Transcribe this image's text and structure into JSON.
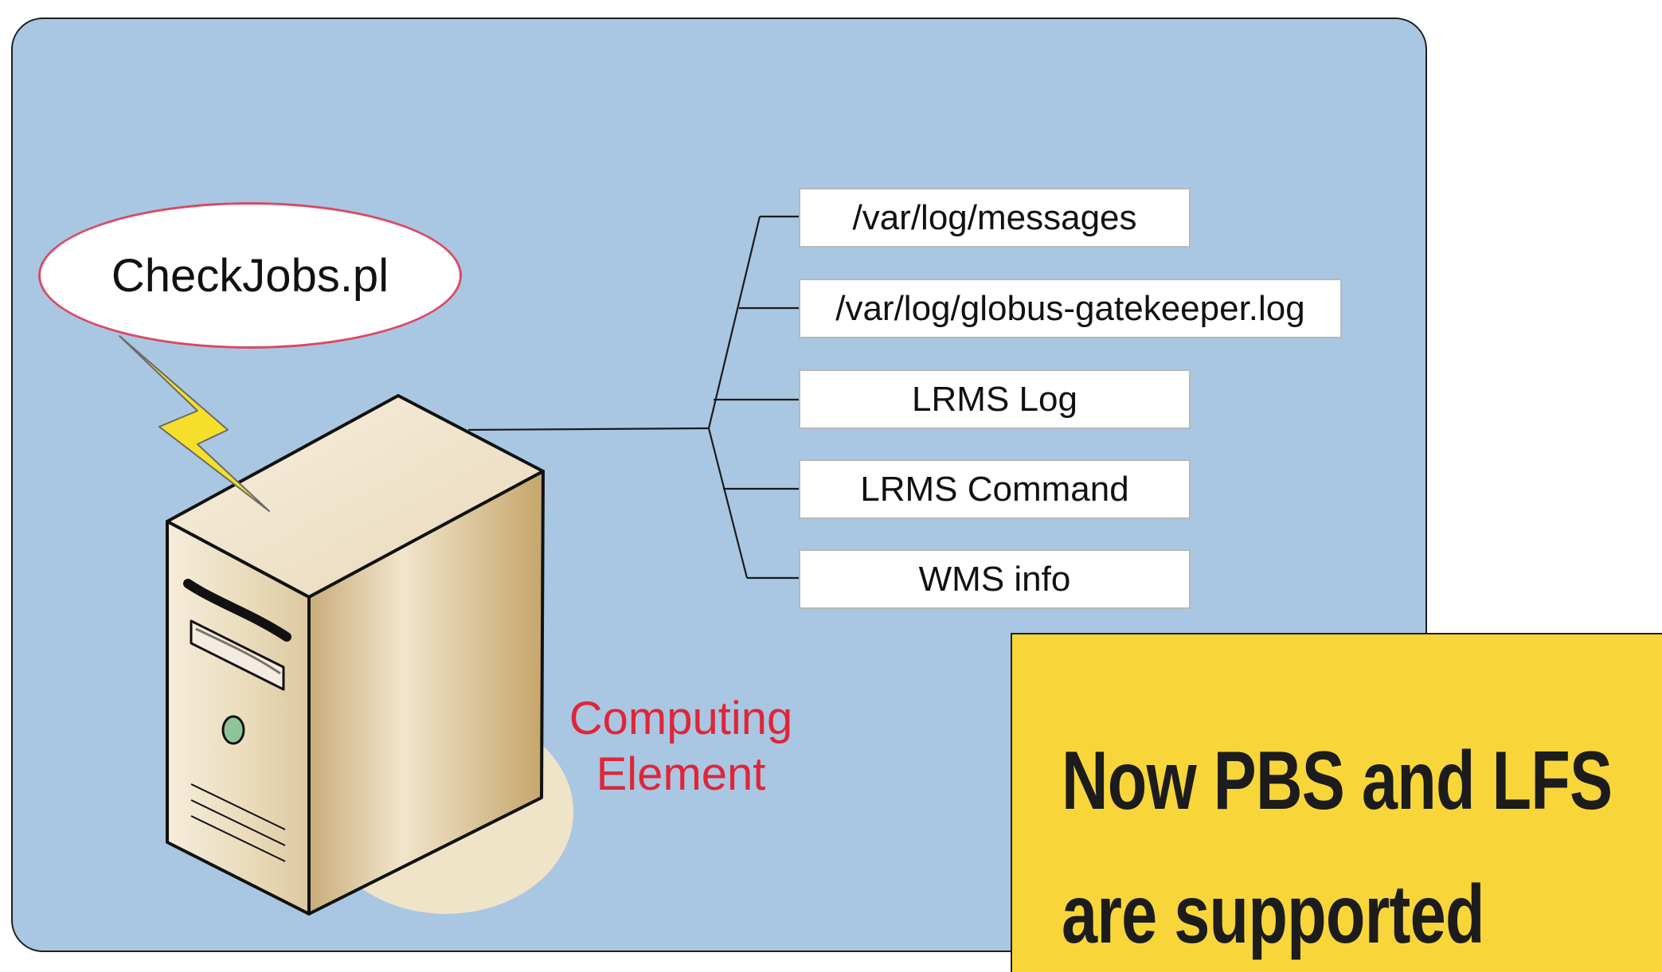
{
  "diagram": {
    "script_bubble": "CheckJobs.pl",
    "element_label_line1": "Computing",
    "element_label_line2": "Element",
    "log_sources": [
      "/var/log/messages",
      "/var/log/globus-gatekeeper.log",
      "LRMS Log",
      "LRMS Command",
      "WMS info"
    ]
  },
  "banner": {
    "line1": "Now PBS and LFS",
    "line2": "are supported"
  },
  "colors": {
    "panel_background": "#a9c7e2",
    "element_label": "#e02538",
    "banner_background": "#f8d63a",
    "bubble_outline": "#d94a63",
    "lightning": "#f6df2a"
  },
  "icons": {
    "server": "server-tower-icon",
    "signal": "lightning-bolt-icon"
  }
}
